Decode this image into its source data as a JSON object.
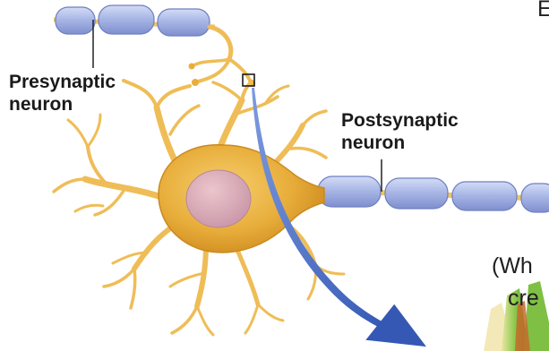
{
  "labels": {
    "presynaptic_line1": "Presynaptic",
    "presynaptic_line2": "neuron",
    "postsynaptic_line1": "Postsynaptic",
    "postsynaptic_line2": "neuron"
  },
  "cut_off_text": {
    "line1": "(Wh",
    "line2": "cre",
    "corner": "E"
  },
  "colors": {
    "cell_body": "#e6ad3a",
    "cell_edge": "#c98a1e",
    "dendrite": "#efbd57",
    "nucleus": "#d9a7b3",
    "myelin_sheath": "#aab8e6",
    "myelin_edge": "#6f7fbf",
    "axon_core": "#f0c460",
    "arrow": "#4a6fc4",
    "leader_line": "#222222",
    "text": "#1a1a1a"
  }
}
